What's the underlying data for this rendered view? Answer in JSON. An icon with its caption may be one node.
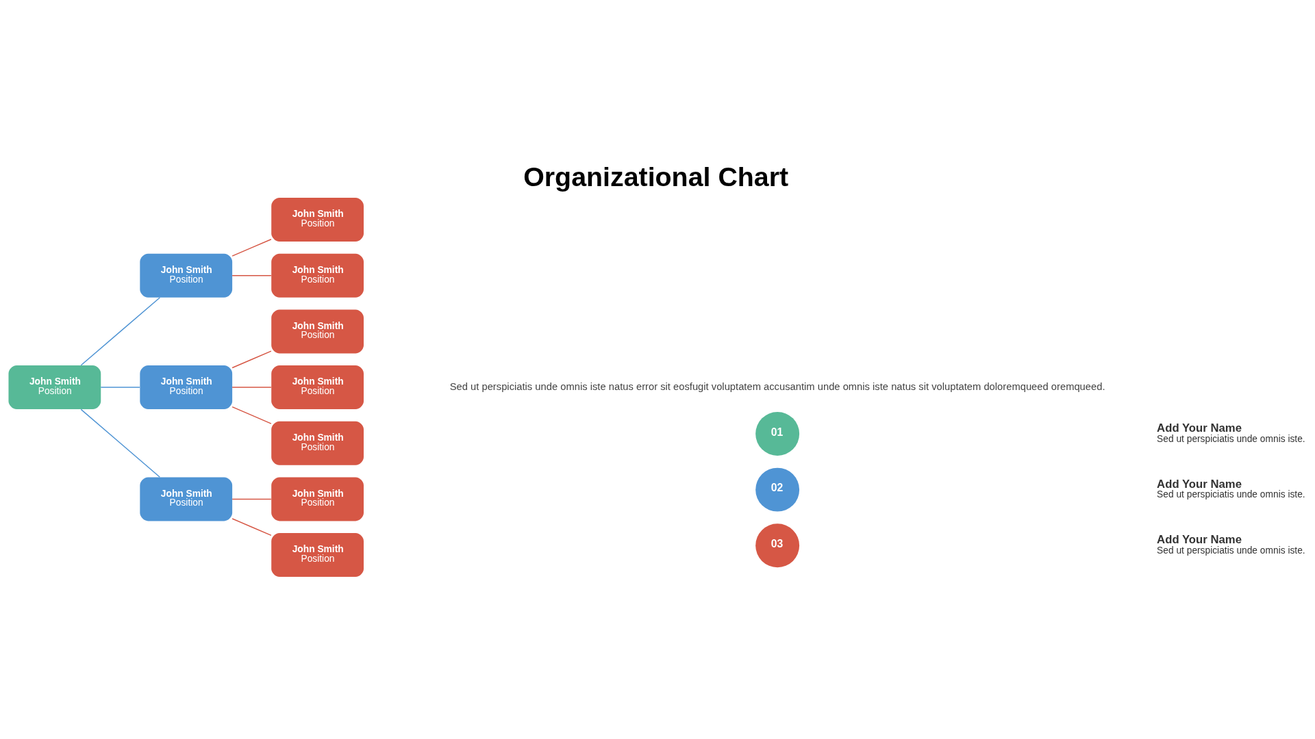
{
  "diagram": {
    "title": "Organizational Chart",
    "nodes": [
      {
        "text": [
          "John Smith",
          "Position"
        ]
      },
      {
        "text": [
          "John Smith",
          "Position"
        ]
      },
      {
        "text": [
          "John Smith",
          "Position"
        ]
      },
      {
        "text": [
          "John Smith",
          "Position"
        ]
      },
      {
        "text": [
          "John Smith",
          "Position"
        ]
      },
      {
        "text": [
          "John Smith",
          "Position"
        ]
      },
      {
        "text": [
          "John Smith",
          "Position"
        ]
      },
      {
        "text": [
          "John Smith",
          "Position"
        ]
      },
      {
        "text": [
          "John Smith",
          "Position"
        ]
      },
      {
        "text": [
          "John Smith",
          "Position"
        ]
      },
      {
        "text": [
          "John Smith",
          "Position"
        ]
      },
      {
        "text": [
          "01"
        ],
        "beside": [
          "Add Your Name",
          "Sed ut perspiciatis unde omnis iste."
        ]
      },
      {
        "text": [
          "02"
        ],
        "beside": [
          "Add Your Name",
          "Sed ut perspiciatis unde omnis iste."
        ]
      },
      {
        "text": [
          "03"
        ],
        "beside": [
          "Add Your Name",
          "Sed ut perspiciatis unde omnis iste."
        ]
      }
    ],
    "edges": [
      {
        "from": 0,
        "to": 1,
        "arrow": "none",
        "color": "#4f94d4"
      },
      {
        "from": 0,
        "to": 2,
        "arrow": "none",
        "color": "#4f94d4"
      },
      {
        "from": 0,
        "to": 3,
        "arrow": "none",
        "color": "#4f94d4"
      },
      {
        "from": 1,
        "to": 4,
        "arrow": "none"
      },
      {
        "from": 1,
        "to": 5,
        "arrow": "none"
      },
      {
        "from": 2,
        "to": 6,
        "arrow": "none"
      },
      {
        "from": 2,
        "to": 7,
        "arrow": "none"
      },
      {
        "from": 2,
        "to": 8,
        "arrow": "none"
      },
      {
        "from": 3,
        "to": 9,
        "arrow": "none"
      },
      {
        "from": 3,
        "to": 10,
        "arrow": "none"
      }
    ],
    "labels": [
      "Sed ut perspiciatis unde omnis iste natus error sit eosfugit voluptatem accusantim unde omnis iste natus sit voluptatem doloremqueed oremqueed."
    ]
  }
}
